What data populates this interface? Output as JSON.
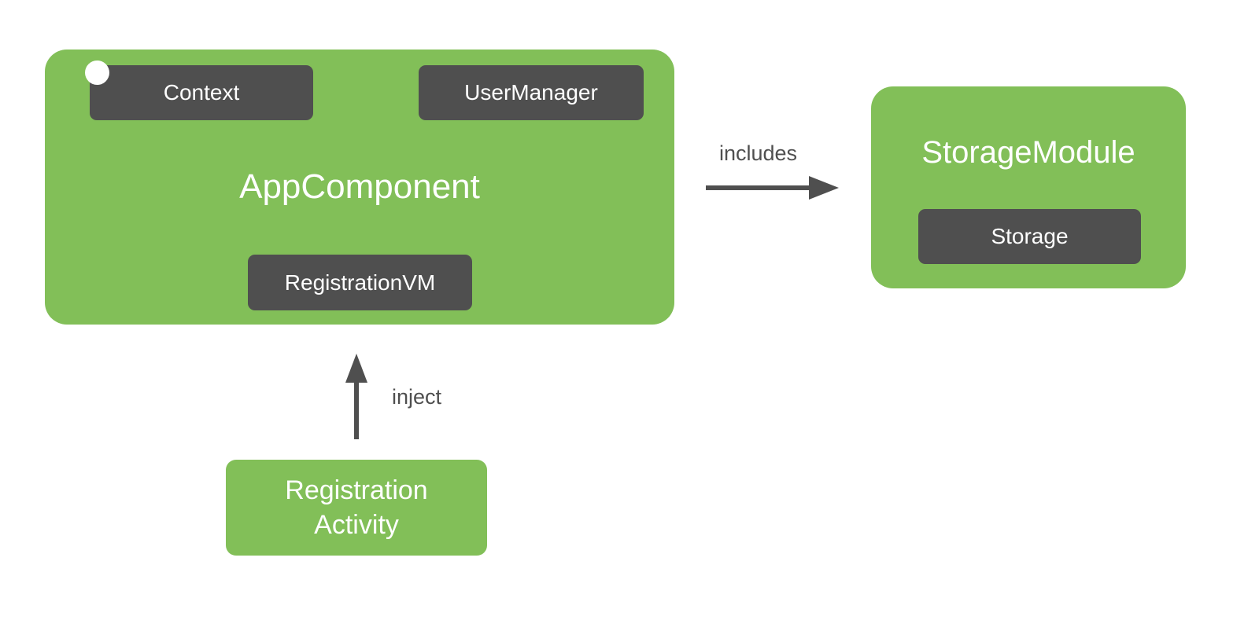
{
  "colors": {
    "green": "#82bf58",
    "dark": "#4f4f4f",
    "text_on_green": "#ffffff",
    "text_on_dark": "#ffffff",
    "edge": "#4f4f4f",
    "background": "#ffffff"
  },
  "diagram": {
    "app_component": {
      "title": "AppComponent",
      "context_label": "Context",
      "user_manager_label": "UserManager",
      "registration_vm_label": "RegistrationVM"
    },
    "storage_module": {
      "title": "StorageModule",
      "storage_label": "Storage"
    },
    "registration_activity": {
      "line1": "Registration",
      "line2": "Activity"
    },
    "edges": {
      "includes_label": "includes",
      "inject_label": "inject"
    }
  }
}
